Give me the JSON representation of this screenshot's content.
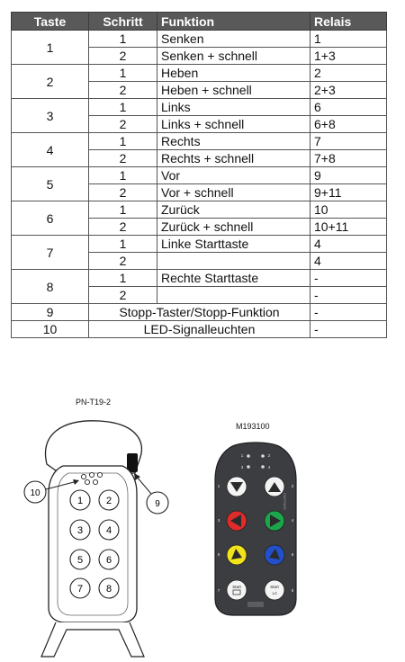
{
  "table": {
    "headers": {
      "key": "Taste",
      "step": "Schritt",
      "function": "Funktion",
      "relay": "Relais"
    },
    "groups": [
      {
        "key": "1",
        "rows": [
          {
            "step": "1",
            "function": "Senken",
            "relay": "1"
          },
          {
            "step": "2",
            "function": "Senken + schnell",
            "relay": "1+3"
          }
        ]
      },
      {
        "key": "2",
        "rows": [
          {
            "step": "1",
            "function": "Heben",
            "relay": "2"
          },
          {
            "step": "2",
            "function": "Heben + schnell",
            "relay": "2+3"
          }
        ]
      },
      {
        "key": "3",
        "rows": [
          {
            "step": "1",
            "function": "Links",
            "relay": "6"
          },
          {
            "step": "2",
            "function": "Links + schnell",
            "relay": "6+8"
          }
        ]
      },
      {
        "key": "4",
        "rows": [
          {
            "step": "1",
            "function": "Rechts",
            "relay": "7"
          },
          {
            "step": "2",
            "function": "Rechts + schnell",
            "relay": "7+8"
          }
        ]
      },
      {
        "key": "5",
        "rows": [
          {
            "step": "1",
            "function": "Vor",
            "relay": "9"
          },
          {
            "step": "2",
            "function": "Vor + schnell",
            "relay": "9+11"
          }
        ]
      },
      {
        "key": "6",
        "rows": [
          {
            "step": "1",
            "function": "Zurück",
            "relay": "10"
          },
          {
            "step": "2",
            "function": "Zurück + schnell",
            "relay": "10+11"
          }
        ]
      },
      {
        "key": "7",
        "rows": [
          {
            "step": "1",
            "function": "Linke Starttaste",
            "relay": "4"
          },
          {
            "step": "2",
            "function": "",
            "relay": "4"
          }
        ]
      },
      {
        "key": "8",
        "rows": [
          {
            "step": "1",
            "function": "Rechte Starttaste",
            "relay": "-"
          },
          {
            "step": "2",
            "function": "",
            "relay": "-"
          }
        ]
      }
    ],
    "single_rows": [
      {
        "key": "9",
        "function": "Stopp-Taster/Stopp-Funktion",
        "relay": "-"
      },
      {
        "key": "10",
        "function": "LED-Signalleuchten",
        "relay": "-"
      }
    ]
  },
  "left_remote": {
    "model": "PN-T19-2",
    "buttons": [
      "1",
      "2",
      "3",
      "4",
      "5",
      "6",
      "7",
      "8"
    ],
    "callouts": [
      "10",
      "9"
    ]
  },
  "right_remote": {
    "model": "M193100",
    "led_labels": [
      "1",
      "2",
      "3",
      "4"
    ],
    "side_numbers": [
      "1",
      "2",
      "3",
      "4",
      "5",
      "6",
      "7",
      "8"
    ],
    "start_label": "Start",
    "start_half_label": "1/2",
    "brand_text": "PARTNER",
    "button_colors": {
      "down": "#ffffff",
      "up": "#ffffff",
      "left": "#e02b2b",
      "right": "#1aa64b",
      "fwd": "#f0e31a",
      "back": "#2350c8"
    }
  }
}
